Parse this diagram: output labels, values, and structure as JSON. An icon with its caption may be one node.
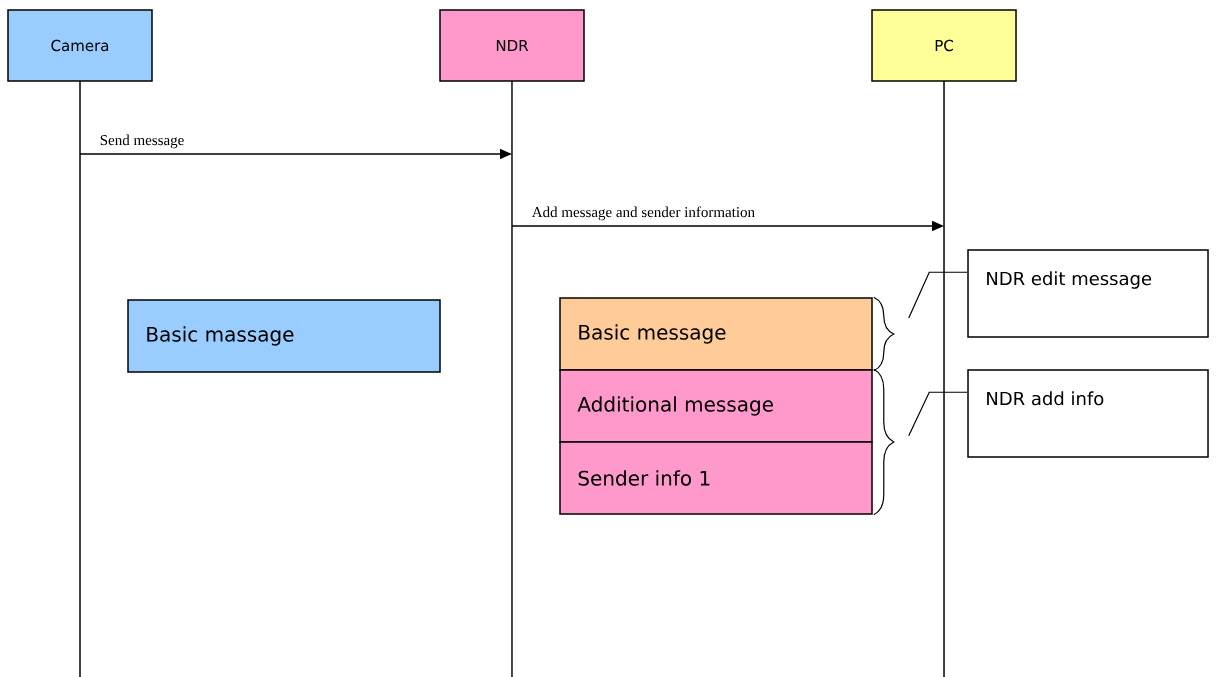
{
  "diagram": {
    "nodes": [
      {
        "text": [
          "Camera"
        ]
      },
      {
        "text": [
          "NDR"
        ]
      },
      {
        "text": [
          "PC"
        ]
      },
      {
        "text": [
          "Basic massage"
        ]
      },
      {
        "text": [
          "Basic message"
        ]
      },
      {
        "text": [
          "Additional message"
        ]
      },
      {
        "text": [
          "Sender info 1"
        ]
      },
      {
        "text": [
          "NDR edit message"
        ]
      },
      {
        "text": [
          "NDR add info"
        ]
      }
    ],
    "edges": [
      {
        "from": 0,
        "to": 1,
        "arrow": "to",
        "label": "Send message"
      },
      {
        "from": 1,
        "to": 2,
        "arrow": "to",
        "label": "Add message and sender information"
      },
      {
        "from": 7,
        "to": 4,
        "arrow": "none"
      },
      {
        "from": 8,
        "to": 5,
        "arrow": "none"
      },
      {
        "from": 8,
        "to": 6,
        "arrow": "none"
      }
    ]
  }
}
